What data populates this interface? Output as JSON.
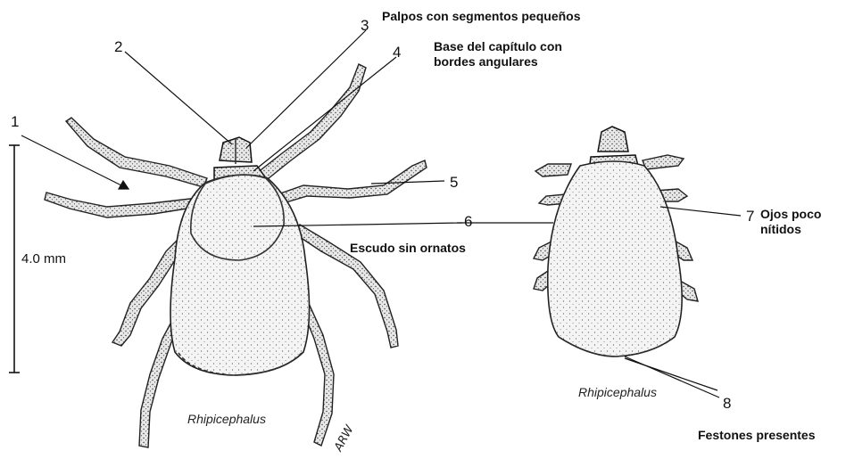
{
  "labels": {
    "palpos": "Palpos con segmentos pequeños",
    "base_line1": "Base del capítulo con",
    "base_line2": "bordes angulares",
    "escudo": "Escudo sin ornatos",
    "ojos_line1": "Ojos poco",
    "ojos_line2": "nítidos",
    "festones": "Festones presentes"
  },
  "numbers": [
    "1",
    "2",
    "3",
    "4",
    "5",
    "6",
    "7",
    "8"
  ],
  "scale_bar": "4.0 mm",
  "species_left": "Rhipicephalus",
  "species_right": "Rhipicephalus",
  "signature": "ARW"
}
